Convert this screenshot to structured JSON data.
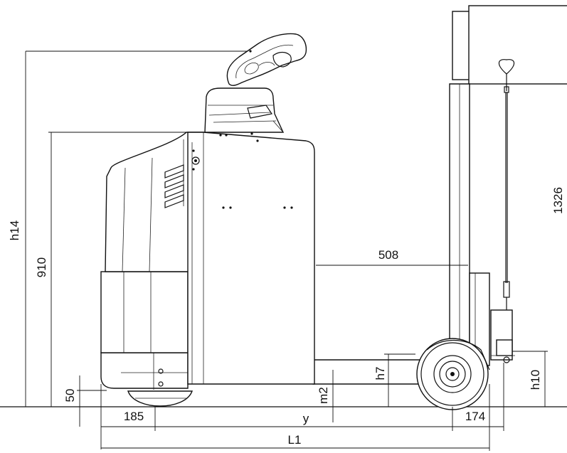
{
  "dimensions": {
    "h14": "h14",
    "d910": "910",
    "d50": "50",
    "d185": "185",
    "y": "y",
    "m2": "m2",
    "h7": "h7",
    "d508": "508",
    "d174": "174",
    "h10": "h10",
    "L1": "L1",
    "d1326": "1326"
  }
}
